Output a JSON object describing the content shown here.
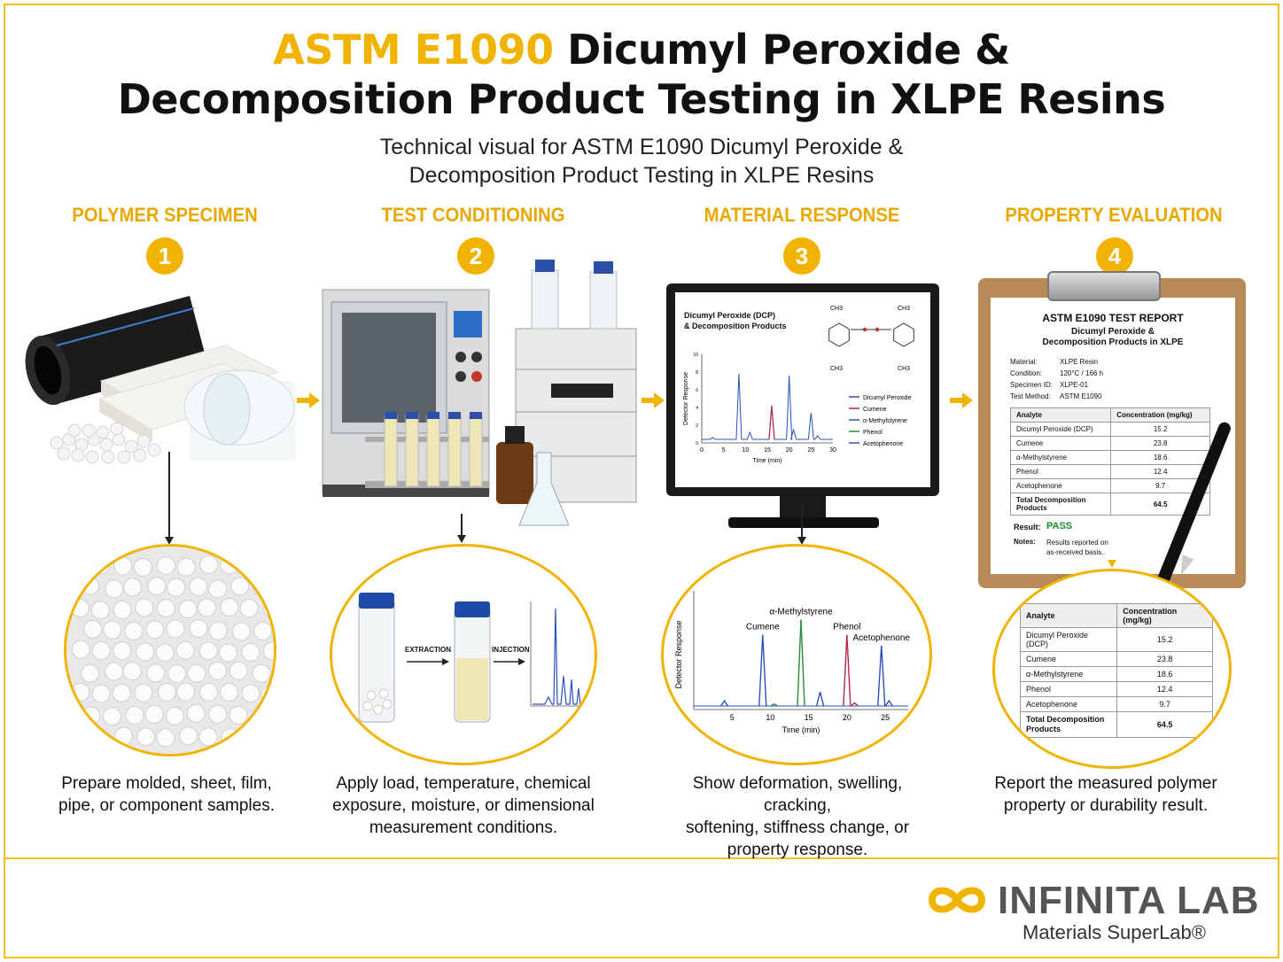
{
  "title": {
    "accent": "ASTM E1090",
    "rest_line1": " Dicumyl Peroxide &",
    "line2": "Decomposition Product Testing in XLPE Resins"
  },
  "subtitle": {
    "line1": "Technical visual for ASTM E1090 Dicumyl Peroxide &",
    "line2": "Decomposition Product Testing in XLPE Resins"
  },
  "steps": [
    {
      "number": "1",
      "heading": "POLYMER SPECIMEN",
      "caption": [
        "Prepare molded, sheet, film,",
        "pipe, or component samples."
      ]
    },
    {
      "number": "2",
      "heading": "TEST CONDITIONING",
      "caption": [
        "Apply load, temperature, chemical",
        "exposure, moisture, or dimensional",
        "measurement conditions."
      ]
    },
    {
      "number": "3",
      "heading": "MATERIAL RESPONSE",
      "caption": [
        "Show deformation, swelling, cracking,",
        "softening, stiffness change, or",
        "property response."
      ]
    },
    {
      "number": "4",
      "heading": "PROPERTY EVALUATION",
      "caption": [
        "Report the measured polymer",
        "property or durability result."
      ]
    }
  ],
  "step2_detail": {
    "extraction": "EXTRACTION",
    "injection": "INJECTION"
  },
  "monitor": {
    "heading_line1": "Dicumyl Peroxide (DCP)",
    "heading_line2": "& Decomposition Products",
    "ylabel": "Detector Response",
    "xlabel": "Time (min)",
    "methyl_label": "CH3",
    "legend": [
      "Dicumyl Peroxide",
      "Cumene",
      "α-Methylstyrene",
      "Phenol",
      "Acetophenone"
    ],
    "legend_colors": [
      "#2a4fb8",
      "#b0284a",
      "#2a4fb8",
      "#2a8a3a",
      "#2a4fb8"
    ]
  },
  "zoom_chromatogram": {
    "labels": [
      "Cumene",
      "α-Methylstyrene",
      "Phenol",
      "Acetophenone"
    ],
    "ylabel": "Detector Response",
    "xlabel": "Time (min)"
  },
  "chart_data": [
    {
      "type": "line",
      "xlabel": "Time (min)",
      "ylabel": "Detector Response",
      "xlim": [
        0,
        30
      ],
      "ylim": [
        0,
        10
      ],
      "x_ticks": [
        0,
        5,
        10,
        15,
        20,
        25,
        30
      ],
      "y_ticks": [
        0,
        2,
        4,
        6,
        8,
        10
      ],
      "peaks": [
        {
          "x": 2.5,
          "y": 0.6,
          "color": "#2a4fb8"
        },
        {
          "x": 8.5,
          "y": 7.8,
          "color": "#2a4fb8"
        },
        {
          "x": 11,
          "y": 1.2,
          "color": "#2a4fb8"
        },
        {
          "x": 16,
          "y": 4.2,
          "color": "#b0284a"
        },
        {
          "x": 20,
          "y": 7.6,
          "color": "#2a4fb8"
        },
        {
          "x": 21,
          "y": 1.5,
          "color": "#2a4fb8"
        },
        {
          "x": 25,
          "y": 3.4,
          "color": "#2a4fb8"
        },
        {
          "x": 26.5,
          "y": 0.8,
          "color": "#2a4fb8"
        }
      ]
    },
    {
      "type": "line",
      "xlabel": "Time (min)",
      "ylabel": "Detector Response",
      "xlim": [
        0,
        28
      ],
      "x_ticks": [
        5,
        10,
        15,
        20,
        25
      ],
      "peaks": [
        {
          "x": 4,
          "y": 0.8,
          "color": "#2a4fb8"
        },
        {
          "x": 9,
          "y": 6.8,
          "color": "#2a4fb8",
          "label": "Cumene"
        },
        {
          "x": 10.5,
          "y": 0.5,
          "color": "#2a8a3a"
        },
        {
          "x": 14,
          "y": 8.2,
          "color": "#2a8a3a",
          "label": "α-Methylstyrene"
        },
        {
          "x": 16.5,
          "y": 1.6,
          "color": "#2a4fb8"
        },
        {
          "x": 20,
          "y": 6.8,
          "color": "#b0284a",
          "label": "Phenol"
        },
        {
          "x": 21,
          "y": 0.6,
          "color": "#b0284a"
        },
        {
          "x": 24.5,
          "y": 5.8,
          "color": "#2a4fb8",
          "label": "Acetophenone"
        },
        {
          "x": 25.5,
          "y": 0.8,
          "color": "#2a4fb8"
        }
      ]
    }
  ],
  "report": {
    "title": "ASTM E1090 TEST REPORT",
    "subtitle_line1": "Dicumyl Peroxide &",
    "subtitle_line2": "Decomposition Products in XLPE",
    "meta": [
      {
        "k": "Material:",
        "v": "XLPE Resin"
      },
      {
        "k": "Condition:",
        "v": "120°C / 166 h"
      },
      {
        "k": "Specimen ID:",
        "v": "XLPE-01"
      },
      {
        "k": "Test Method:",
        "v": "ASTM E1090"
      }
    ],
    "table_headers": [
      "Analyte",
      "Concentration (mg/kg)"
    ],
    "rows": [
      {
        "analyte": "Dicumyl Peroxide (DCP)",
        "value": "15.2"
      },
      {
        "analyte": "Cumene",
        "value": "23.8"
      },
      {
        "analyte": "α-Methylstyrene",
        "value": "18.6"
      },
      {
        "analyte": "Phenol",
        "value": "12.4"
      },
      {
        "analyte": "Acetophenone",
        "value": "9.7"
      }
    ],
    "total_line1": "Total Decomposition",
    "total_line2": "Products",
    "total_value": "64.5",
    "result_label": "Result:",
    "result_value": "PASS",
    "notes_label": "Notes:",
    "notes_line1": "Results reported on",
    "notes_line2": "as-received basis."
  },
  "colors": {
    "accent": "#f0b400",
    "pass": "#1e8c2e"
  },
  "brand": {
    "name": "INFINITA LAB",
    "tagline": "Materials SuperLab®"
  }
}
